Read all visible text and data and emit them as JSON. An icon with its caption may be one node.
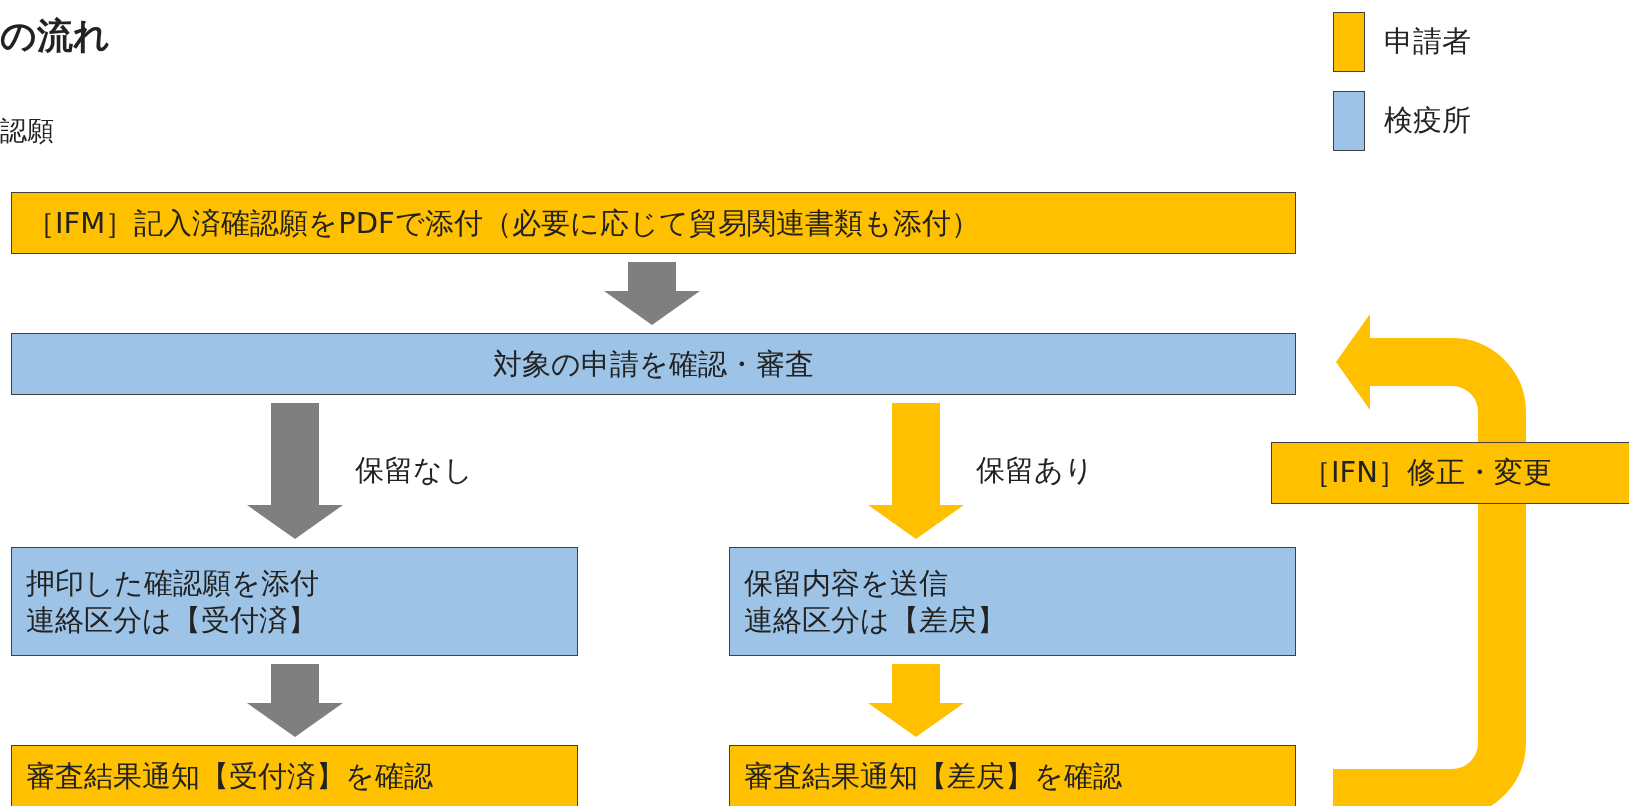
{
  "diagram": {
    "title": "の流れ",
    "nodes": [
      {
        "text": [
          "［IFM］記入済確認願をPDFで添付（必要に応じて貿易関連書類も添付）"
        ]
      },
      {
        "text": [
          "対象の申請を確認・審査"
        ]
      },
      {
        "text": [
          "押印した確認願を添付",
          "連絡区分は【受付済】"
        ]
      },
      {
        "text": [
          "保留内容を送信",
          "連絡区分は【差戻】"
        ]
      },
      {
        "text": [
          "審査結果通知【受付済】を確認"
        ]
      },
      {
        "text": [
          "審査結果通知【差戻】を確認"
        ]
      }
    ],
    "edges": [
      {
        "from": 0,
        "to": 1,
        "arrow": "to"
      },
      {
        "from": 1,
        "to": 2,
        "arrow": "to",
        "label": "保留なし"
      },
      {
        "from": 1,
        "to": 3,
        "arrow": "to",
        "label": "保留あり",
        "color": "#ffc000"
      },
      {
        "from": 2,
        "to": 4,
        "arrow": "to"
      },
      {
        "from": 3,
        "to": 5,
        "arrow": "to",
        "color": "#ffc000"
      },
      {
        "from": 5,
        "to": 1,
        "arrow": "to",
        "label": "［IFN］修正・変更",
        "color": "#ffc000"
      }
    ],
    "labels": [
      "認願"
    ],
    "legend": [
      {
        "text": "申請者",
        "color": "#ffc000"
      },
      {
        "text": "検疫所",
        "color": "#9dc3e6"
      }
    ]
  }
}
